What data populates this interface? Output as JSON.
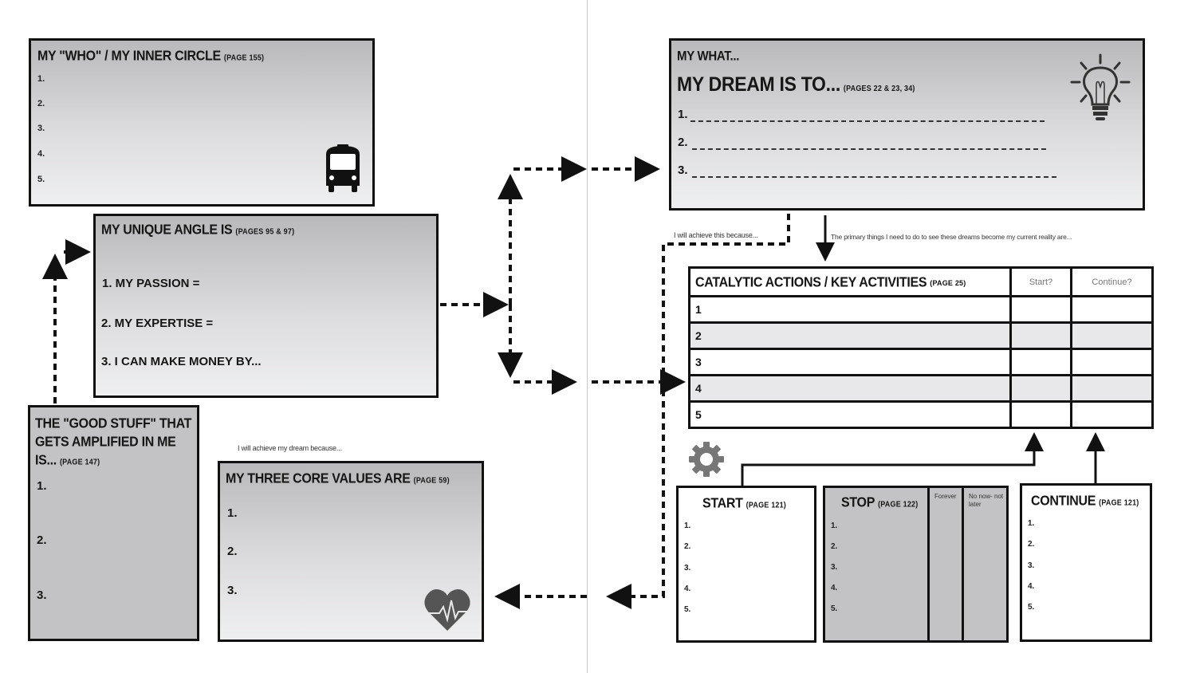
{
  "left": {
    "inner_circle": {
      "title": "MY \"WHO\" / MY INNER CIRCLE",
      "page_ref": "(PAGE 155)",
      "items": [
        "1.",
        "2.",
        "3.",
        "4.",
        "5."
      ],
      "icon": "bus-icon"
    },
    "unique_angle": {
      "title": "MY UNIQUE ANGLE IS",
      "page_ref": "(PAGES 95 & 97)",
      "items": [
        "1.  MY PASSION =",
        "2. MY EXPERTISE =",
        "3. I CAN MAKE MONEY BY..."
      ]
    },
    "good_stuff": {
      "title_line1": "THE \"GOOD STUFF\" THAT",
      "title_line2": "GETS AMPLIFIED IN ME",
      "title_line3": "IS...",
      "page_ref": "(PAGE 147)",
      "items": [
        "1.",
        "2.",
        "3."
      ]
    },
    "core_values": {
      "caption": "I will achieve my dream because...",
      "title": "MY THREE CORE VALUES ARE",
      "page_ref": "(PAGE 59)",
      "items": [
        "1.",
        "2.",
        "3."
      ],
      "icon": "heartbeat-icon"
    }
  },
  "right": {
    "dream": {
      "label": "MY WHAT...",
      "title": "MY DREAM IS TO...",
      "page_ref": "(PAGES 22 & 23, 34)",
      "items": [
        "1.",
        "2.",
        "3."
      ],
      "icon": "lightbulb-icon"
    },
    "caption_because": "I will achieve this because...",
    "caption_primary": "The primary things I need to do to see these dreams become my current reality are...",
    "actions_table": {
      "title": "CATALYTIC ACTIONS / KEY ACTIVITIES",
      "page_ref": "(PAGE 25)",
      "col_start": "Start?",
      "col_continue": "Continue?",
      "rows": [
        "1",
        "2",
        "3",
        "4",
        "5"
      ]
    },
    "gear_icon": "gear-icon",
    "start": {
      "title": "START",
      "page_ref": "(PAGE 121)",
      "items": [
        "1.",
        "2.",
        "3.",
        "4.",
        "5."
      ]
    },
    "stop": {
      "title": "STOP",
      "page_ref": "(PAGE 122)",
      "items": [
        "1.",
        "2.",
        "3.",
        "4.",
        "5."
      ],
      "col_forever": "Forever",
      "col_not_now": "No now- not later"
    },
    "continue": {
      "title": "CONTINUE",
      "page_ref": "(PAGE 121)",
      "items": [
        "1.",
        "2.",
        "3.",
        "4.",
        "5."
      ]
    }
  }
}
